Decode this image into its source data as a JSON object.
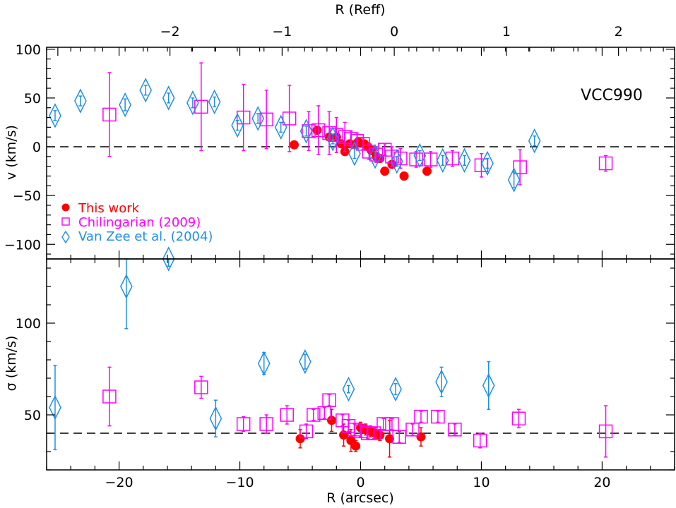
{
  "chart_data": {
    "type": "scatter",
    "object_label": "VCC990",
    "colors": {
      "this_work": "#ff0000",
      "chilingarian": "#ff00ff",
      "vanzee": "#1e8fe6",
      "axis": "#000000"
    },
    "legend": {
      "placement": "lower-left of top panel",
      "entries": [
        {
          "name": "This work",
          "marker": "filled-circle",
          "color": "#ff0000"
        },
        {
          "name": "Chilingarian (2009)",
          "marker": "open-square",
          "color": "#ff00ff"
        },
        {
          "name": "Van Zee et al. (2004)",
          "marker": "open-diamond",
          "color": "#1e8fe6"
        }
      ]
    },
    "x_axis": {
      "label": "R (arcsec)",
      "range": [
        -26,
        26
      ],
      "ticks": [
        -20,
        -10,
        0,
        10,
        20
      ]
    },
    "top_axis": {
      "label": "R (Reff)",
      "range": [
        -3.1,
        2.5
      ],
      "ticks": [
        -2,
        -1,
        0,
        1,
        2
      ]
    },
    "panels": [
      {
        "id": "velocity",
        "ylabel": "v (km/s)",
        "ylim": [
          -115,
          102
        ],
        "yticks": [
          -100,
          -50,
          0,
          50,
          100
        ],
        "reference_line": 0,
        "series": [
          {
            "name": "This work",
            "marker": "filled-circle",
            "color": "#ff0000",
            "points": [
              [
                -5.5,
                2,
                3
              ],
              [
                -3.6,
                17,
                4
              ],
              [
                -2.6,
                10,
                3
              ],
              [
                -2.0,
                10,
                3
              ],
              [
                -1.6,
                3,
                3
              ],
              [
                -1.3,
                -5,
                3
              ],
              [
                -0.9,
                3,
                3
              ],
              [
                -0.5,
                2,
                3
              ],
              [
                -0.2,
                5,
                3
              ],
              [
                0.3,
                3,
                3
              ],
              [
                0.6,
                0,
                3
              ],
              [
                0.9,
                -4,
                3
              ],
              [
                1.3,
                -10,
                3
              ],
              [
                1.6,
                -12,
                3
              ],
              [
                2.0,
                -25,
                4
              ],
              [
                2.6,
                -18,
                3
              ],
              [
                3.6,
                -30,
                4
              ],
              [
                5.5,
                -25,
                4
              ]
            ]
          },
          {
            "name": "Chilingarian (2009)",
            "marker": "open-square",
            "color": "#ff00ff",
            "points": [
              [
                -20.8,
                33,
                43
              ],
              [
                -13.2,
                41,
                45
              ],
              [
                -9.7,
                30,
                34
              ],
              [
                -7.8,
                28,
                30
              ],
              [
                -5.9,
                29,
                34
              ],
              [
                -4.3,
                16,
                20
              ],
              [
                -3.5,
                17,
                25
              ],
              [
                -2.6,
                14,
                22
              ],
              [
                -2.0,
                12,
                18
              ],
              [
                -1.3,
                10,
                15
              ],
              [
                -0.8,
                8,
                8
              ],
              [
                -0.3,
                6,
                8
              ],
              [
                0.2,
                3,
                6
              ],
              [
                0.7,
                -5,
                8
              ],
              [
                1.3,
                -8,
                8
              ],
              [
                2.0,
                -3,
                6
              ],
              [
                2.6,
                -10,
                10
              ],
              [
                3.3,
                -12,
                10
              ],
              [
                4.6,
                -13,
                8
              ],
              [
                5.8,
                -13,
                8
              ],
              [
                7.6,
                -12,
                8
              ],
              [
                10.0,
                -19,
                12
              ],
              [
                13.2,
                -21,
                18
              ],
              [
                20.3,
                -17,
                8
              ]
            ]
          },
          {
            "name": "Van Zee et al. (2004)",
            "marker": "open-diamond",
            "color": "#1e8fe6",
            "points": [
              [
                -25.3,
                32,
                5
              ],
              [
                -23.2,
                47,
                5
              ],
              [
                -19.5,
                43,
                6
              ],
              [
                -17.8,
                58,
                5
              ],
              [
                -15.9,
                50,
                5
              ],
              [
                -13.9,
                45,
                5
              ],
              [
                -12.1,
                46,
                5
              ],
              [
                -10.2,
                22,
                5
              ],
              [
                -8.5,
                29,
                5
              ],
              [
                -6.6,
                20,
                5
              ],
              [
                -4.5,
                16,
                5
              ],
              [
                -2.3,
                8,
                5
              ],
              [
                -0.5,
                -7,
                5
              ],
              [
                1.2,
                -10,
                5
              ],
              [
                3.0,
                -15,
                5
              ],
              [
                4.9,
                -9,
                5
              ],
              [
                6.8,
                -14,
                5
              ],
              [
                8.6,
                -14,
                5
              ],
              [
                10.5,
                -17,
                5
              ],
              [
                12.7,
                -34,
                8
              ],
              [
                14.4,
                6,
                5
              ]
            ]
          }
        ]
      },
      {
        "id": "dispersion",
        "ylabel": "σ (km/s)",
        "ylim": [
          20,
          135
        ],
        "yticks": [
          50,
          100
        ],
        "reference_line": 40,
        "series": [
          {
            "name": "This work",
            "marker": "filled-circle",
            "color": "#ff0000",
            "points": [
              [
                -5.0,
                37,
                5
              ],
              [
                -2.4,
                47,
                6
              ],
              [
                -1.4,
                39,
                6
              ],
              [
                -0.8,
                36,
                6
              ],
              [
                -0.4,
                33,
                3
              ],
              [
                0.0,
                43,
                3
              ],
              [
                0.4,
                42,
                3
              ],
              [
                0.8,
                41,
                3
              ],
              [
                1.2,
                40,
                3
              ],
              [
                1.6,
                39,
                3
              ],
              [
                2.4,
                37,
                10
              ],
              [
                5.0,
                38,
                5
              ]
            ]
          },
          {
            "name": "Chilingarian (2009)",
            "marker": "open-square",
            "color": "#ff00ff",
            "points": [
              [
                -20.8,
                60,
                16
              ],
              [
                -13.2,
                65,
                6
              ],
              [
                -9.7,
                45,
                4
              ],
              [
                -7.8,
                45,
                5
              ],
              [
                -6.1,
                50,
                5
              ],
              [
                -4.5,
                41,
                4
              ],
              [
                -3.9,
                50,
                3
              ],
              [
                -3.0,
                51,
                3
              ],
              [
                -2.6,
                58,
                3
              ],
              [
                -1.5,
                47,
                3
              ],
              [
                -1.0,
                44,
                3
              ],
              [
                -0.5,
                42,
                3
              ],
              [
                0.0,
                41,
                3
              ],
              [
                0.6,
                40,
                3
              ],
              [
                1.1,
                40,
                3
              ],
              [
                1.9,
                45,
                3
              ],
              [
                2.6,
                45,
                3
              ],
              [
                3.2,
                38,
                3
              ],
              [
                4.3,
                42,
                3
              ],
              [
                5.0,
                49,
                3
              ],
              [
                6.4,
                49,
                3
              ],
              [
                7.8,
                42,
                3
              ],
              [
                9.9,
                36,
                4
              ],
              [
                13.1,
                48,
                5
              ],
              [
                20.3,
                41,
                14
              ]
            ]
          },
          {
            "name": "Van Zee et al. (2004)",
            "marker": "open-diamond",
            "color": "#1e8fe6",
            "points": [
              [
                -25.3,
                54,
                23
              ],
              [
                -19.4,
                120,
                23
              ],
              [
                -15.9,
                135,
                4
              ],
              [
                -12.0,
                48,
                10
              ],
              [
                -8.0,
                78,
                6
              ],
              [
                -4.6,
                79,
                4
              ],
              [
                -1.0,
                64,
                2
              ],
              [
                2.9,
                64,
                3
              ],
              [
                6.7,
                68,
                8
              ],
              [
                10.6,
                66,
                13
              ]
            ]
          }
        ]
      }
    ]
  }
}
